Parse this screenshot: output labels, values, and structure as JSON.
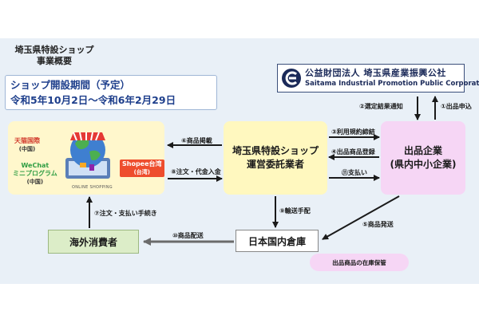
{
  "header": {
    "title_line1": "埼玉県特設ショップ",
    "title_line2": "事業概要"
  },
  "period": {
    "label": "ショップ開設期間（予定）",
    "dates": "令和5年10月2日～令和6年2月29日"
  },
  "corporation": {
    "name_jp": "公益財団法人 埼玉県産業振興公社",
    "name_en": "Saitama Industrial Promotion Public Corporation"
  },
  "nodes": {
    "committee_line1": "埼玉県特設ショップ",
    "committee_line2": "運営委託業者",
    "exhibitor_line1": "出品企業",
    "exhibitor_line2": "(県内中小企業)",
    "warehouse": "日本国内倉庫",
    "consumer": "海外消費者",
    "warehouse_note": "出品商品の在庫保管"
  },
  "shops": {
    "tmall": "天猫国際",
    "tmall_region": "(中国)",
    "wechat_line1": "WeChat",
    "wechat_line2": "ミニプログラム",
    "wechat_region": "(中国)",
    "shopee": "Shopee台湾",
    "shopee_region": "(台湾)",
    "online_caption": "ONLINE SHOPPING"
  },
  "flows": {
    "f1": "①出品申込",
    "f2": "②選定結果通知",
    "f3": "③利用規約締結",
    "f4": "④出品商品登録",
    "f5": "⑤商品発送",
    "f6": "⑥商品掲載",
    "f7": "⑦注文・支払い手続き",
    "f8": "⑧注文・代金入金",
    "f9": "⑨輸送手配",
    "f10": "⑩商品配送",
    "f11": "⑪支払い"
  },
  "colors": {
    "background": "#e9f0f7",
    "committee_fill": "#fff8bf",
    "exhibitor_fill": "#f6d6f5",
    "consumer_fill": "#dcedc8",
    "accent_text": "#1e3f8c",
    "arrow": "#1a1a1a"
  }
}
